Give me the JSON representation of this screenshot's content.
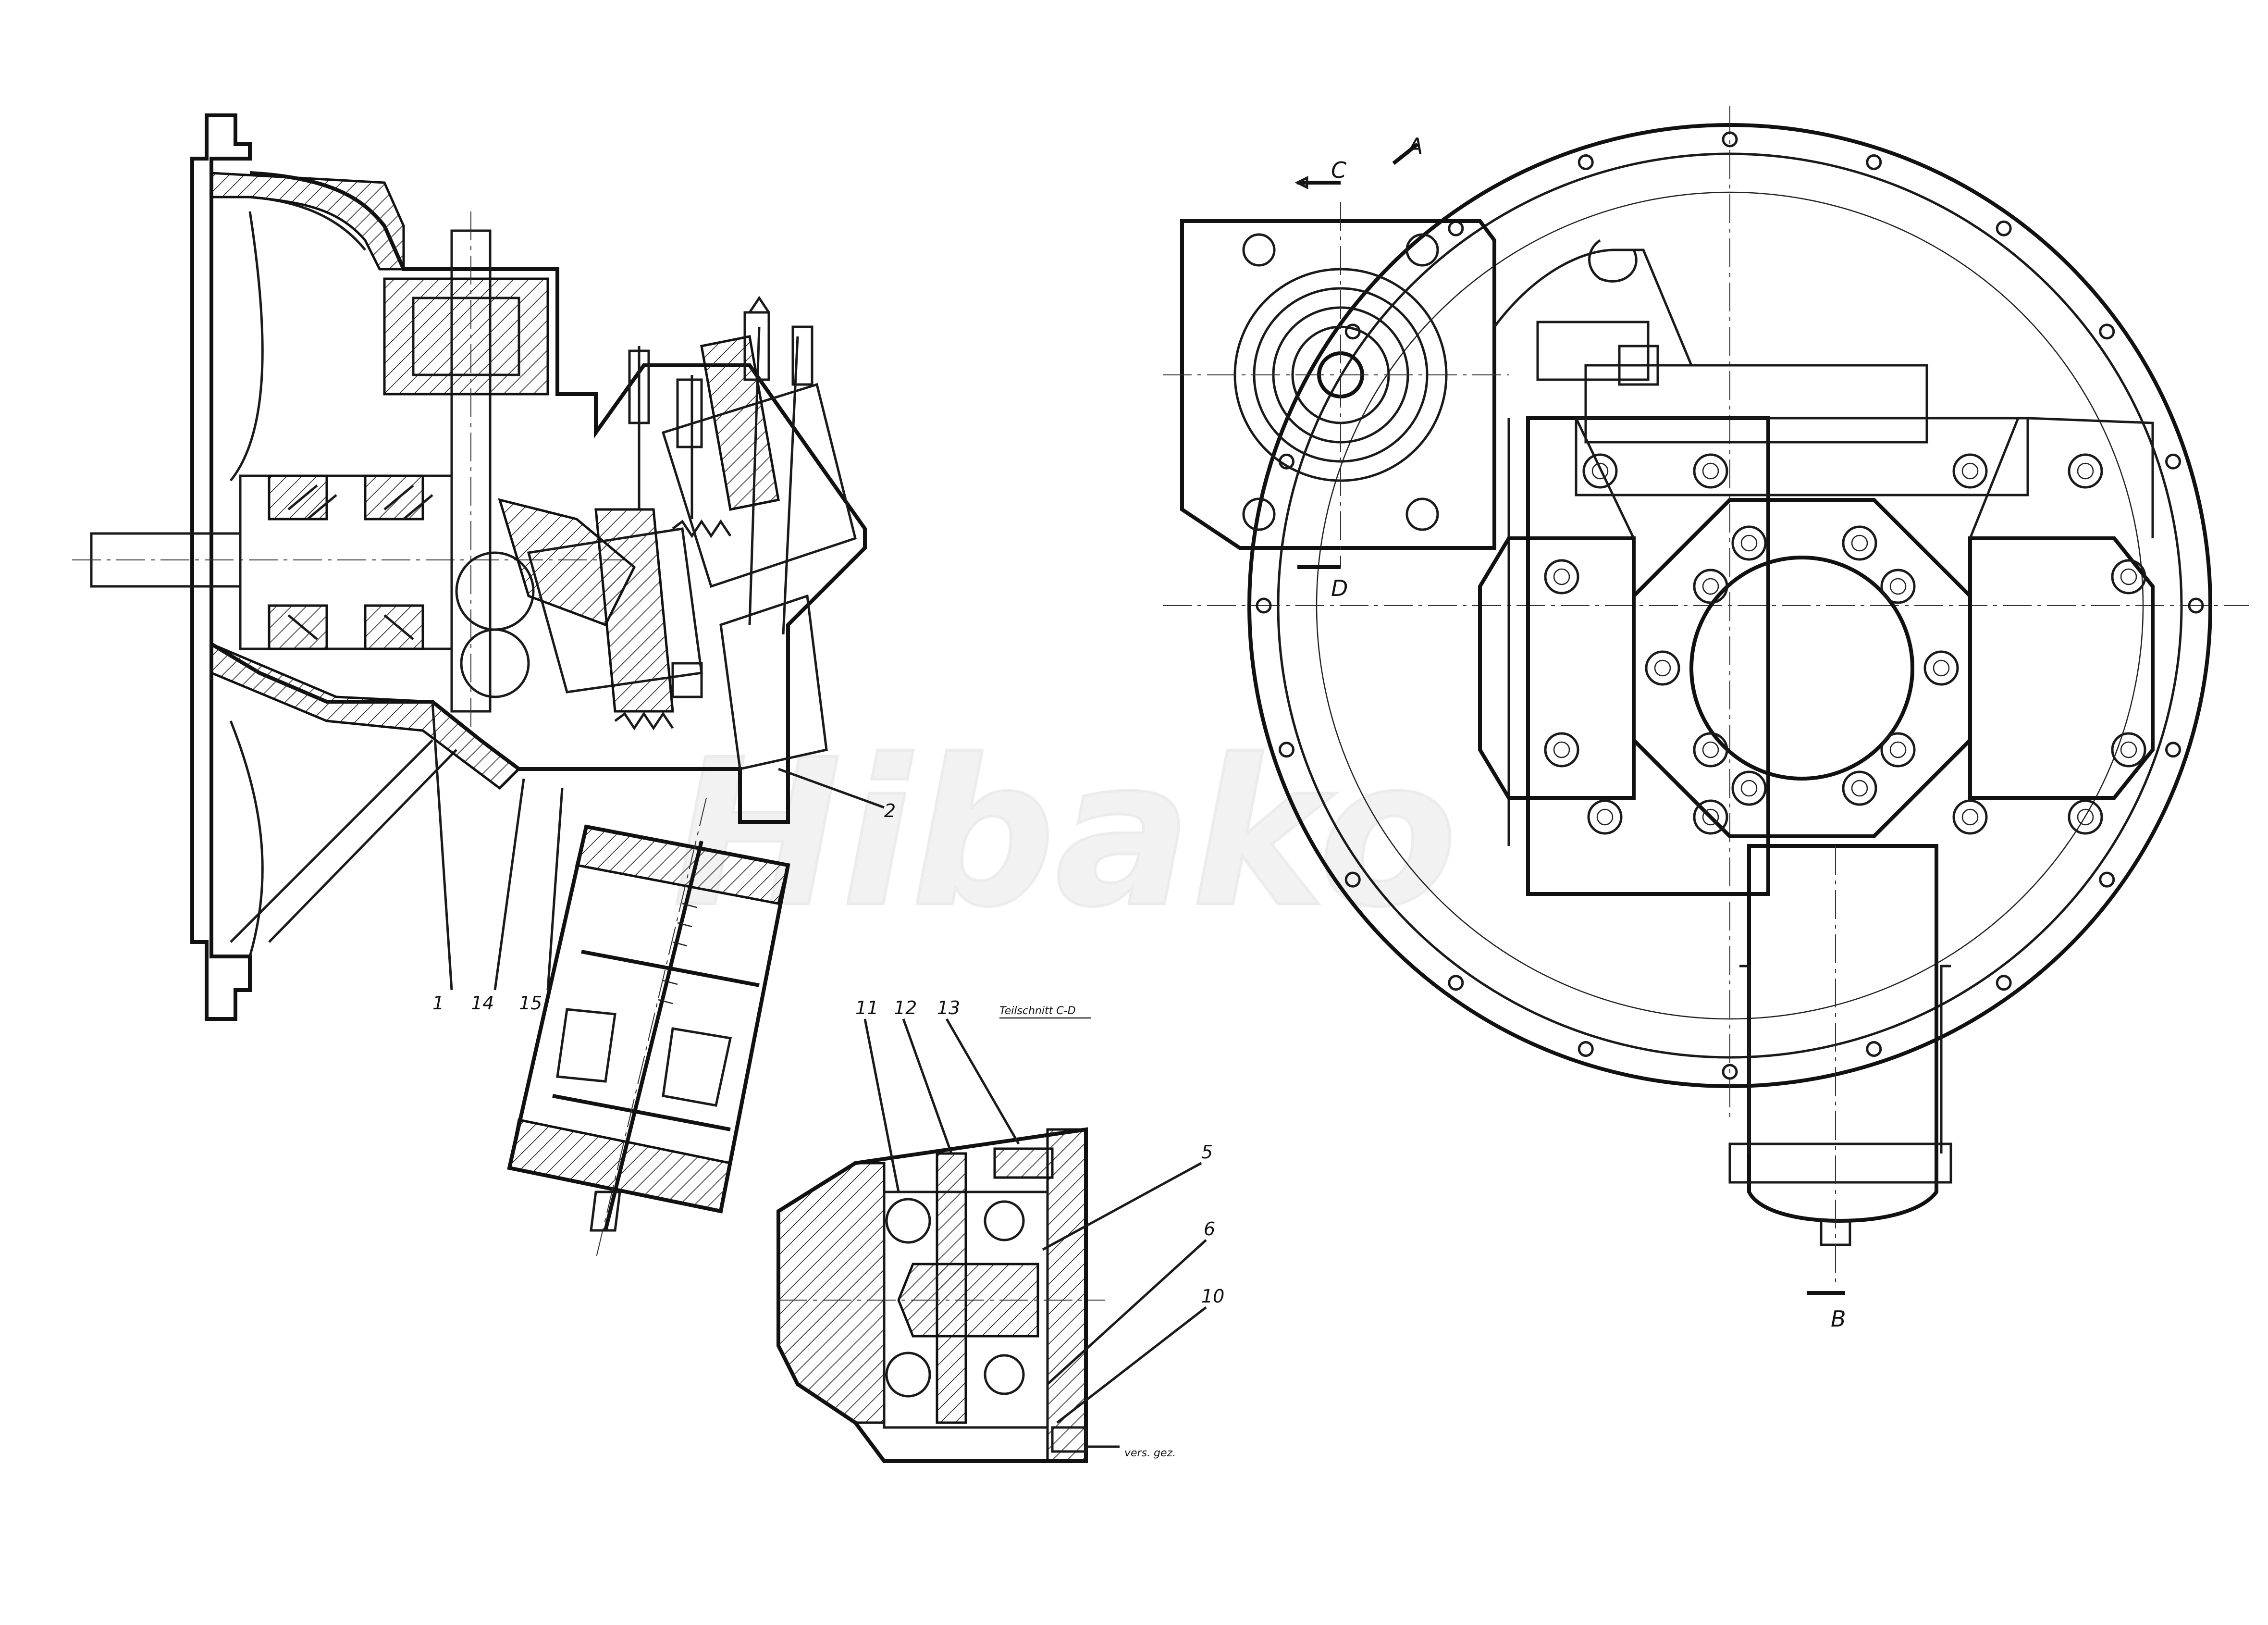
{
  "watermark": "Hibako",
  "left_view": {
    "part_labels": [
      "1",
      "14",
      "15",
      "2"
    ]
  },
  "detail_view": {
    "title": "Teilschnitt C-D",
    "part_labels": [
      "11",
      "12",
      "13",
      "5",
      "6",
      "10"
    ],
    "note": "vers. gez."
  },
  "right_view": {
    "section_markers": [
      "A",
      "B",
      "C",
      "D"
    ]
  },
  "colors": {
    "line": "#111111",
    "background": "#ffffff",
    "watermark": "#eeeeee"
  }
}
